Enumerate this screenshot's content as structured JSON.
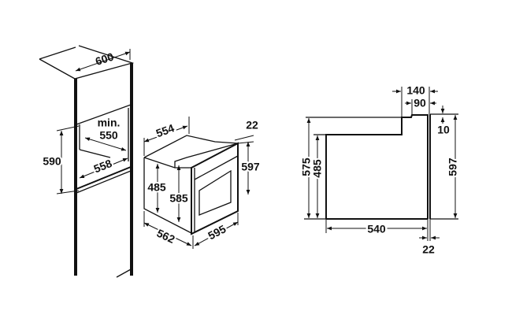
{
  "cabinet": {
    "width_label": "600",
    "niche_height_label": "590",
    "min_label": "min.",
    "depth_label": "550",
    "niche_width_label": "558"
  },
  "oven": {
    "body_depth_label": "554",
    "panel_thickness_label": "22",
    "front_height_label": "597",
    "rear_height_label": "485",
    "body_height_label": "585",
    "overall_depth_label": "562",
    "front_width_label": "595"
  },
  "side_view": {
    "step_140_label": "140",
    "step_90_label": "90",
    "top_offset_label": "10",
    "height_575_label": "575",
    "height_485_label": "485",
    "height_597_label": "597",
    "depth_540_label": "540",
    "panel_22_label": "22"
  }
}
